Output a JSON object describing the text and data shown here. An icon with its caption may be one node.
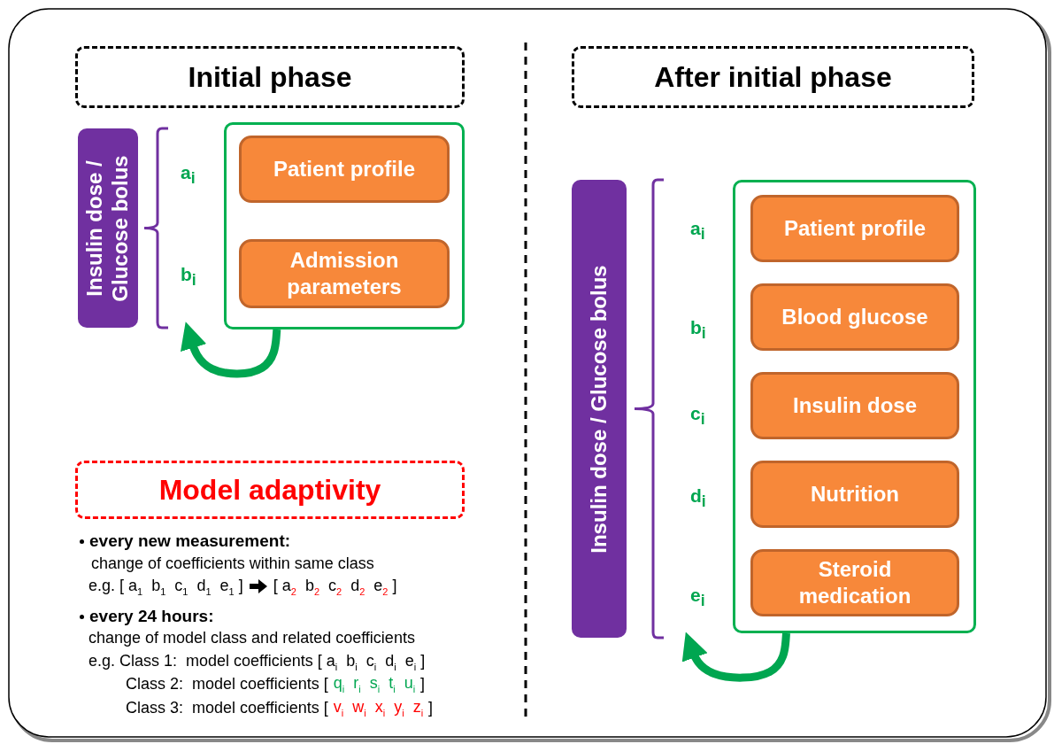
{
  "diagram": {
    "nodes": [
      {
        "text": [
          "Initial phase"
        ]
      },
      {
        "text": [
          "After initial phase"
        ]
      },
      {
        "text": [
          "Insulin dose / Glucose bolus"
        ]
      },
      {
        "text": [],
        "shape": "box"
      },
      {
        "text": [
          "Patient profile"
        ],
        "in": 3
      },
      {
        "text": [
          "Admission parameters"
        ],
        "in": 3
      },
      {
        "text": [
          "Model adaptivity"
        ]
      },
      {
        "text": [
          "Insulin dose / Glucose bolus"
        ]
      },
      {
        "text": [],
        "shape": "box"
      },
      {
        "text": [
          "Patient profile"
        ],
        "in": 8
      },
      {
        "text": [
          "Blood glucose"
        ],
        "in": 8
      },
      {
        "text": [
          "Insulin dose"
        ],
        "in": 8
      },
      {
        "text": [
          "Nutrition"
        ],
        "in": 8
      },
      {
        "text": [
          "Steroid medication"
        ],
        "in": 8
      }
    ],
    "edges": [
      {
        "from": 3,
        "to": 2,
        "arrow": "to"
      },
      {
        "from": 8,
        "to": 7,
        "arrow": "to"
      }
    ],
    "labels": [
      "a$_{i}$",
      "b$_{i}$",
      "a$_{i}$",
      "b$_{i}$",
      "c$_{i}$",
      "d$_{i}$",
      "e$_{i}$",
      "every new measurement:",
      "change of coefficients within same class",
      "e.g. [ a$_{1}$  b$_{1}$  c$_{1}$  d$_{1}$  e$_{1}$ ]",
      "[ a$_{2}$  b$_{2}$  c$_{2}$  d$_{2}$  e$_{2}$ ]",
      "every 24 hours:",
      "change of model class and related coefficients",
      "e.g. Class 1:  model coefficients [ a$_{i}$  b$_{i}$  c$_{i}$  d$_{i}$  e$_{i}$ ]",
      "Class 2:  model coefficients [",
      "q$_{i}$  r$_{i}$  s$_{i}$  t$_{i}$  u$_{i}$",
      "]",
      "Class 3:  model coefficients [",
      "v$_{i}$  w$_{i}$  x$_{i}$  y$_{i}$  z$_{i}$",
      "]"
    ]
  }
}
